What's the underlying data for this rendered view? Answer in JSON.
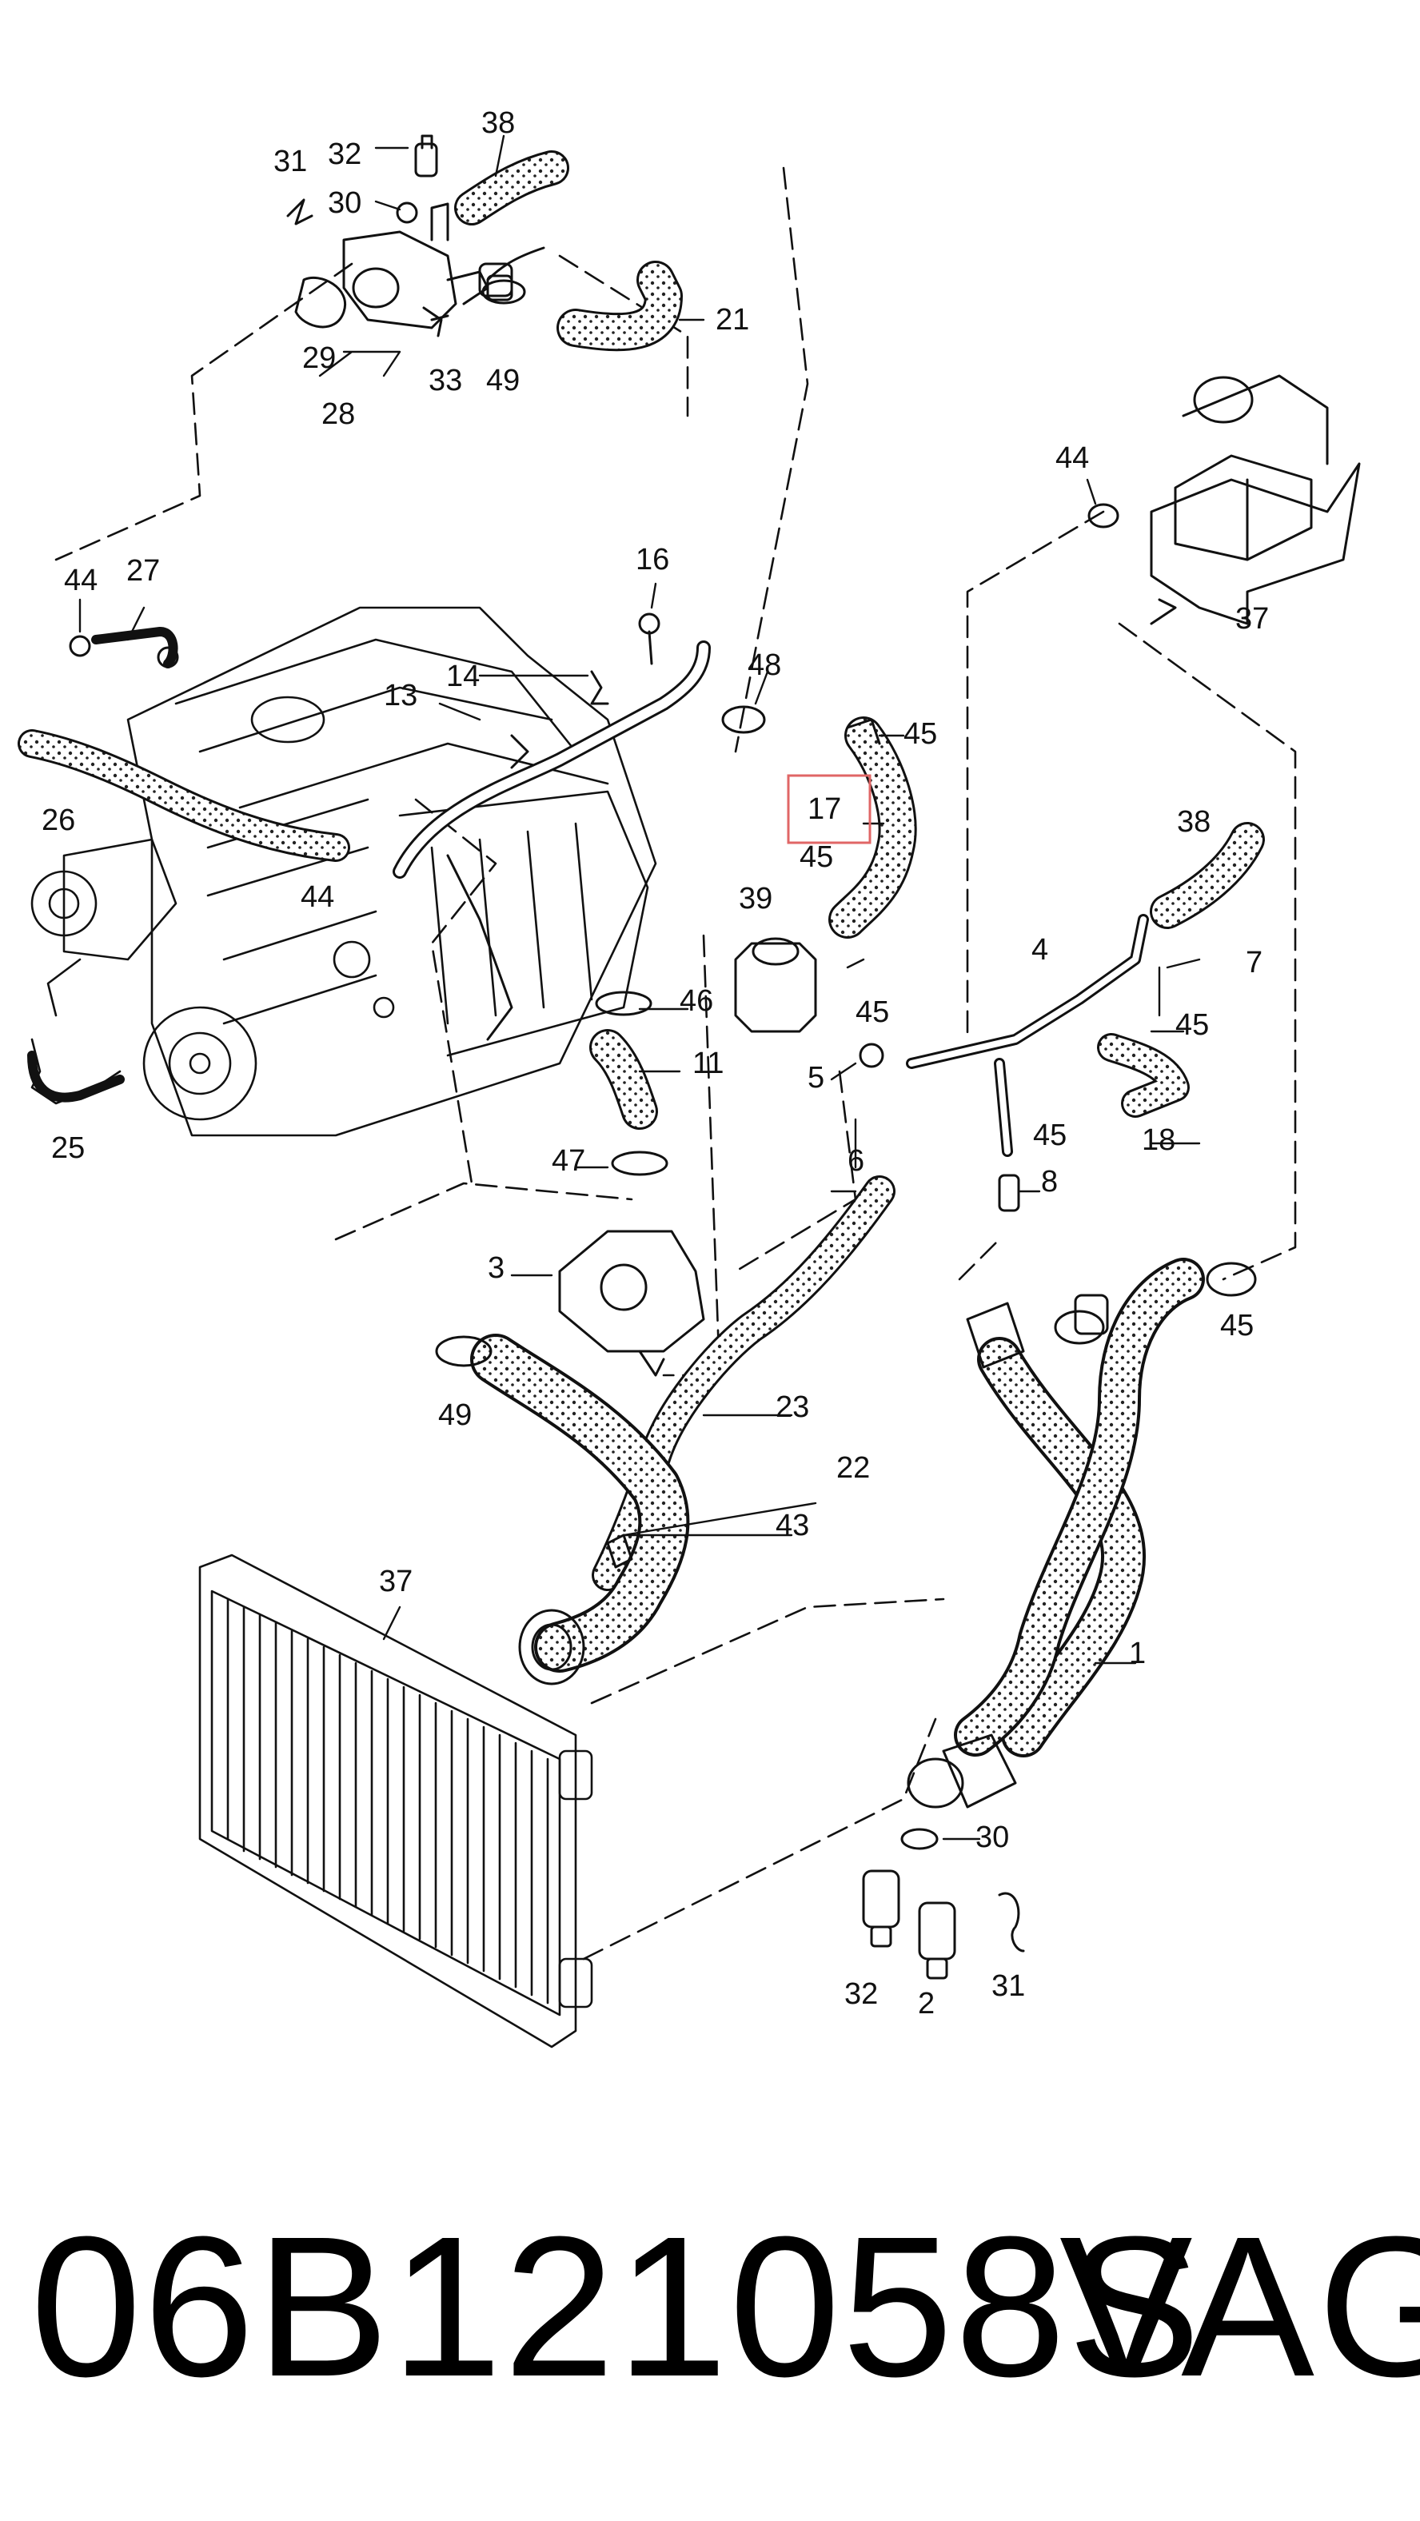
{
  "diagram": {
    "callouts": [
      "1",
      "2",
      "3",
      "4",
      "5",
      "6",
      "7",
      "8",
      "11",
      "13",
      "14",
      "16",
      "17",
      "18",
      "21",
      "22",
      "23",
      "25",
      "26",
      "27",
      "28",
      "29",
      "30",
      "31",
      "32",
      "33",
      "37",
      "38",
      "39",
      "43",
      "44",
      "45",
      "46",
      "47",
      "48",
      "49"
    ],
    "highlighted_callout": "17",
    "highlight_color": "#e06666"
  },
  "footer": {
    "part_number": "06B121058S",
    "brand": "VAG"
  }
}
